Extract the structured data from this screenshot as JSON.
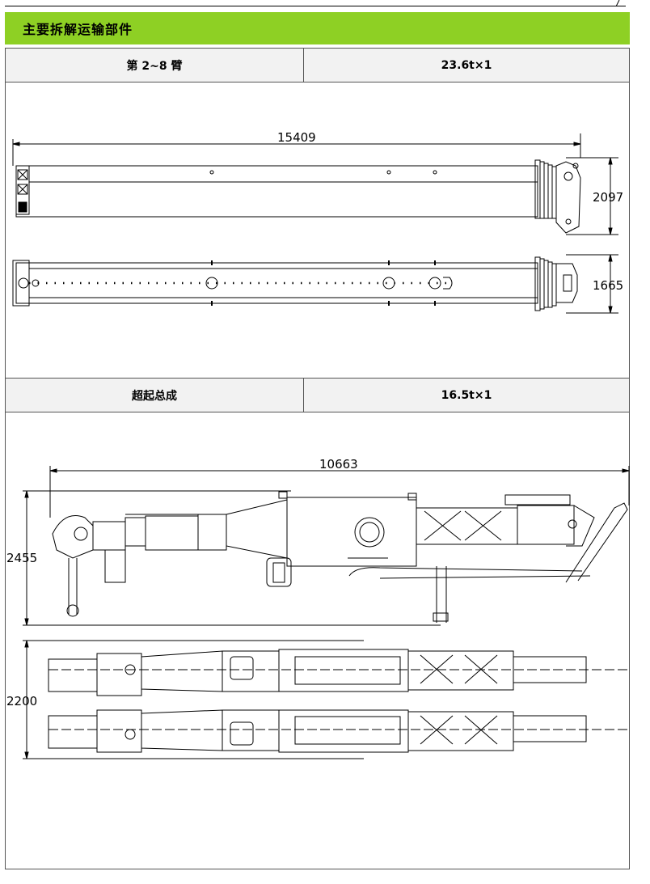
{
  "header": {
    "title": "主要拆解运输部件"
  },
  "rows": [
    {
      "name": "第 2~8 臂",
      "weight": "23.6t×1",
      "dims": {
        "length": "15409",
        "height_side": "2097",
        "height_top": "1665"
      }
    },
    {
      "name": "超起总成",
      "weight": "16.5t×1",
      "dims": {
        "length": "10663",
        "height_side": "2455",
        "height_top": "2200"
      }
    }
  ]
}
